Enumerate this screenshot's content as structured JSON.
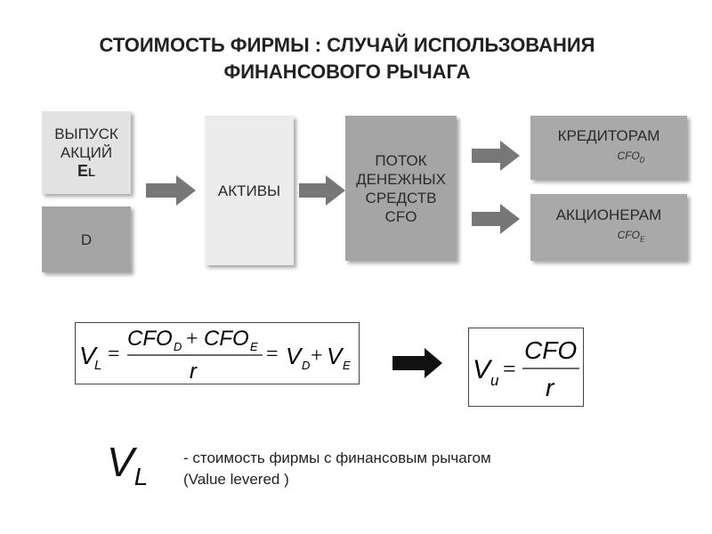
{
  "title": {
    "line1": "СТОИМОСТЬ ФИРМЫ : СЛУЧАЙ ИСПОЛЬЗОВАНИЯ",
    "line2": "ФИНАНСОВОГО РЫЧАГА"
  },
  "boxes": {
    "share_issue": {
      "line1": "ВЫПУСК",
      "line2": "АКЦИЙ",
      "symbol": "E",
      "symbol_sub": "L"
    },
    "debt": {
      "label": "D"
    },
    "assets": {
      "label": "АКТИВЫ"
    },
    "cash_flow": {
      "line1": "ПОТОК",
      "line2": "ДЕНЕЖНЫХ",
      "line3": "СРЕДСТВ",
      "line4": "CFO"
    },
    "creditors": {
      "label": "КРЕДИТОРАМ",
      "cfo": "CFO",
      "cfo_sub": "D"
    },
    "shareholders": {
      "label": "АКЦИОНЕРАМ",
      "cfo": "CFO",
      "cfo_sub": "E"
    }
  },
  "formula_levered": {
    "lhs": "V",
    "lhs_sub": "L",
    "num_a": "CFO",
    "num_a_sub": "D",
    "plus": "+",
    "num_b": "CFO",
    "num_b_sub": "E",
    "den": "r",
    "equals": "=",
    "rhs_a": "V",
    "rhs_a_sub": "D",
    "rhs_b": "V",
    "rhs_b_sub": "E"
  },
  "formula_unlevered": {
    "lhs": "V",
    "lhs_sub": "u",
    "equals": "=",
    "num": "CFO",
    "den": "r"
  },
  "legend": {
    "symbol": "V",
    "symbol_sub": "L",
    "line1": "- стоимость фирмы с финансовым рычагом",
    "line2": "(Value levered )"
  },
  "colors": {
    "box_light": "#e2e2e2",
    "box_dark": "#a5a5a5",
    "arrow_gray": "#777777",
    "arrow_black": "#111111"
  }
}
